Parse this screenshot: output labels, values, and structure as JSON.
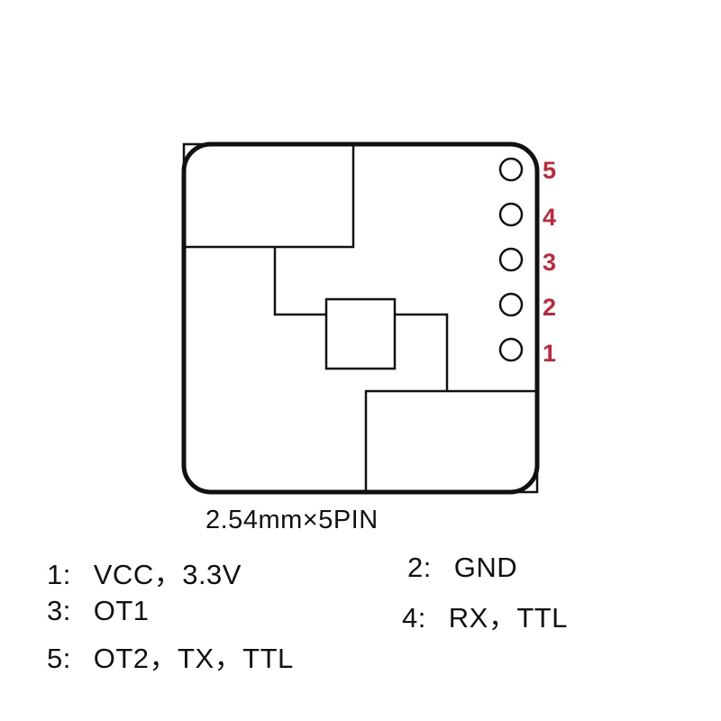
{
  "colors": {
    "outline": "#111111",
    "pin_label": "#c0283a",
    "text": "#111111"
  },
  "pin_labels": [
    "5",
    "4",
    "3",
    "2",
    "1"
  ],
  "caption": "2.54mm×5PIN",
  "pinout": [
    {
      "num": "1",
      "desc": "VCC，3.3V"
    },
    {
      "num": "2",
      "desc": "GND"
    },
    {
      "num": "3",
      "desc": "OT1"
    },
    {
      "num": "4",
      "desc": "RX，TTL"
    },
    {
      "num": "5",
      "desc": "OT2，TX，TTL"
    }
  ]
}
